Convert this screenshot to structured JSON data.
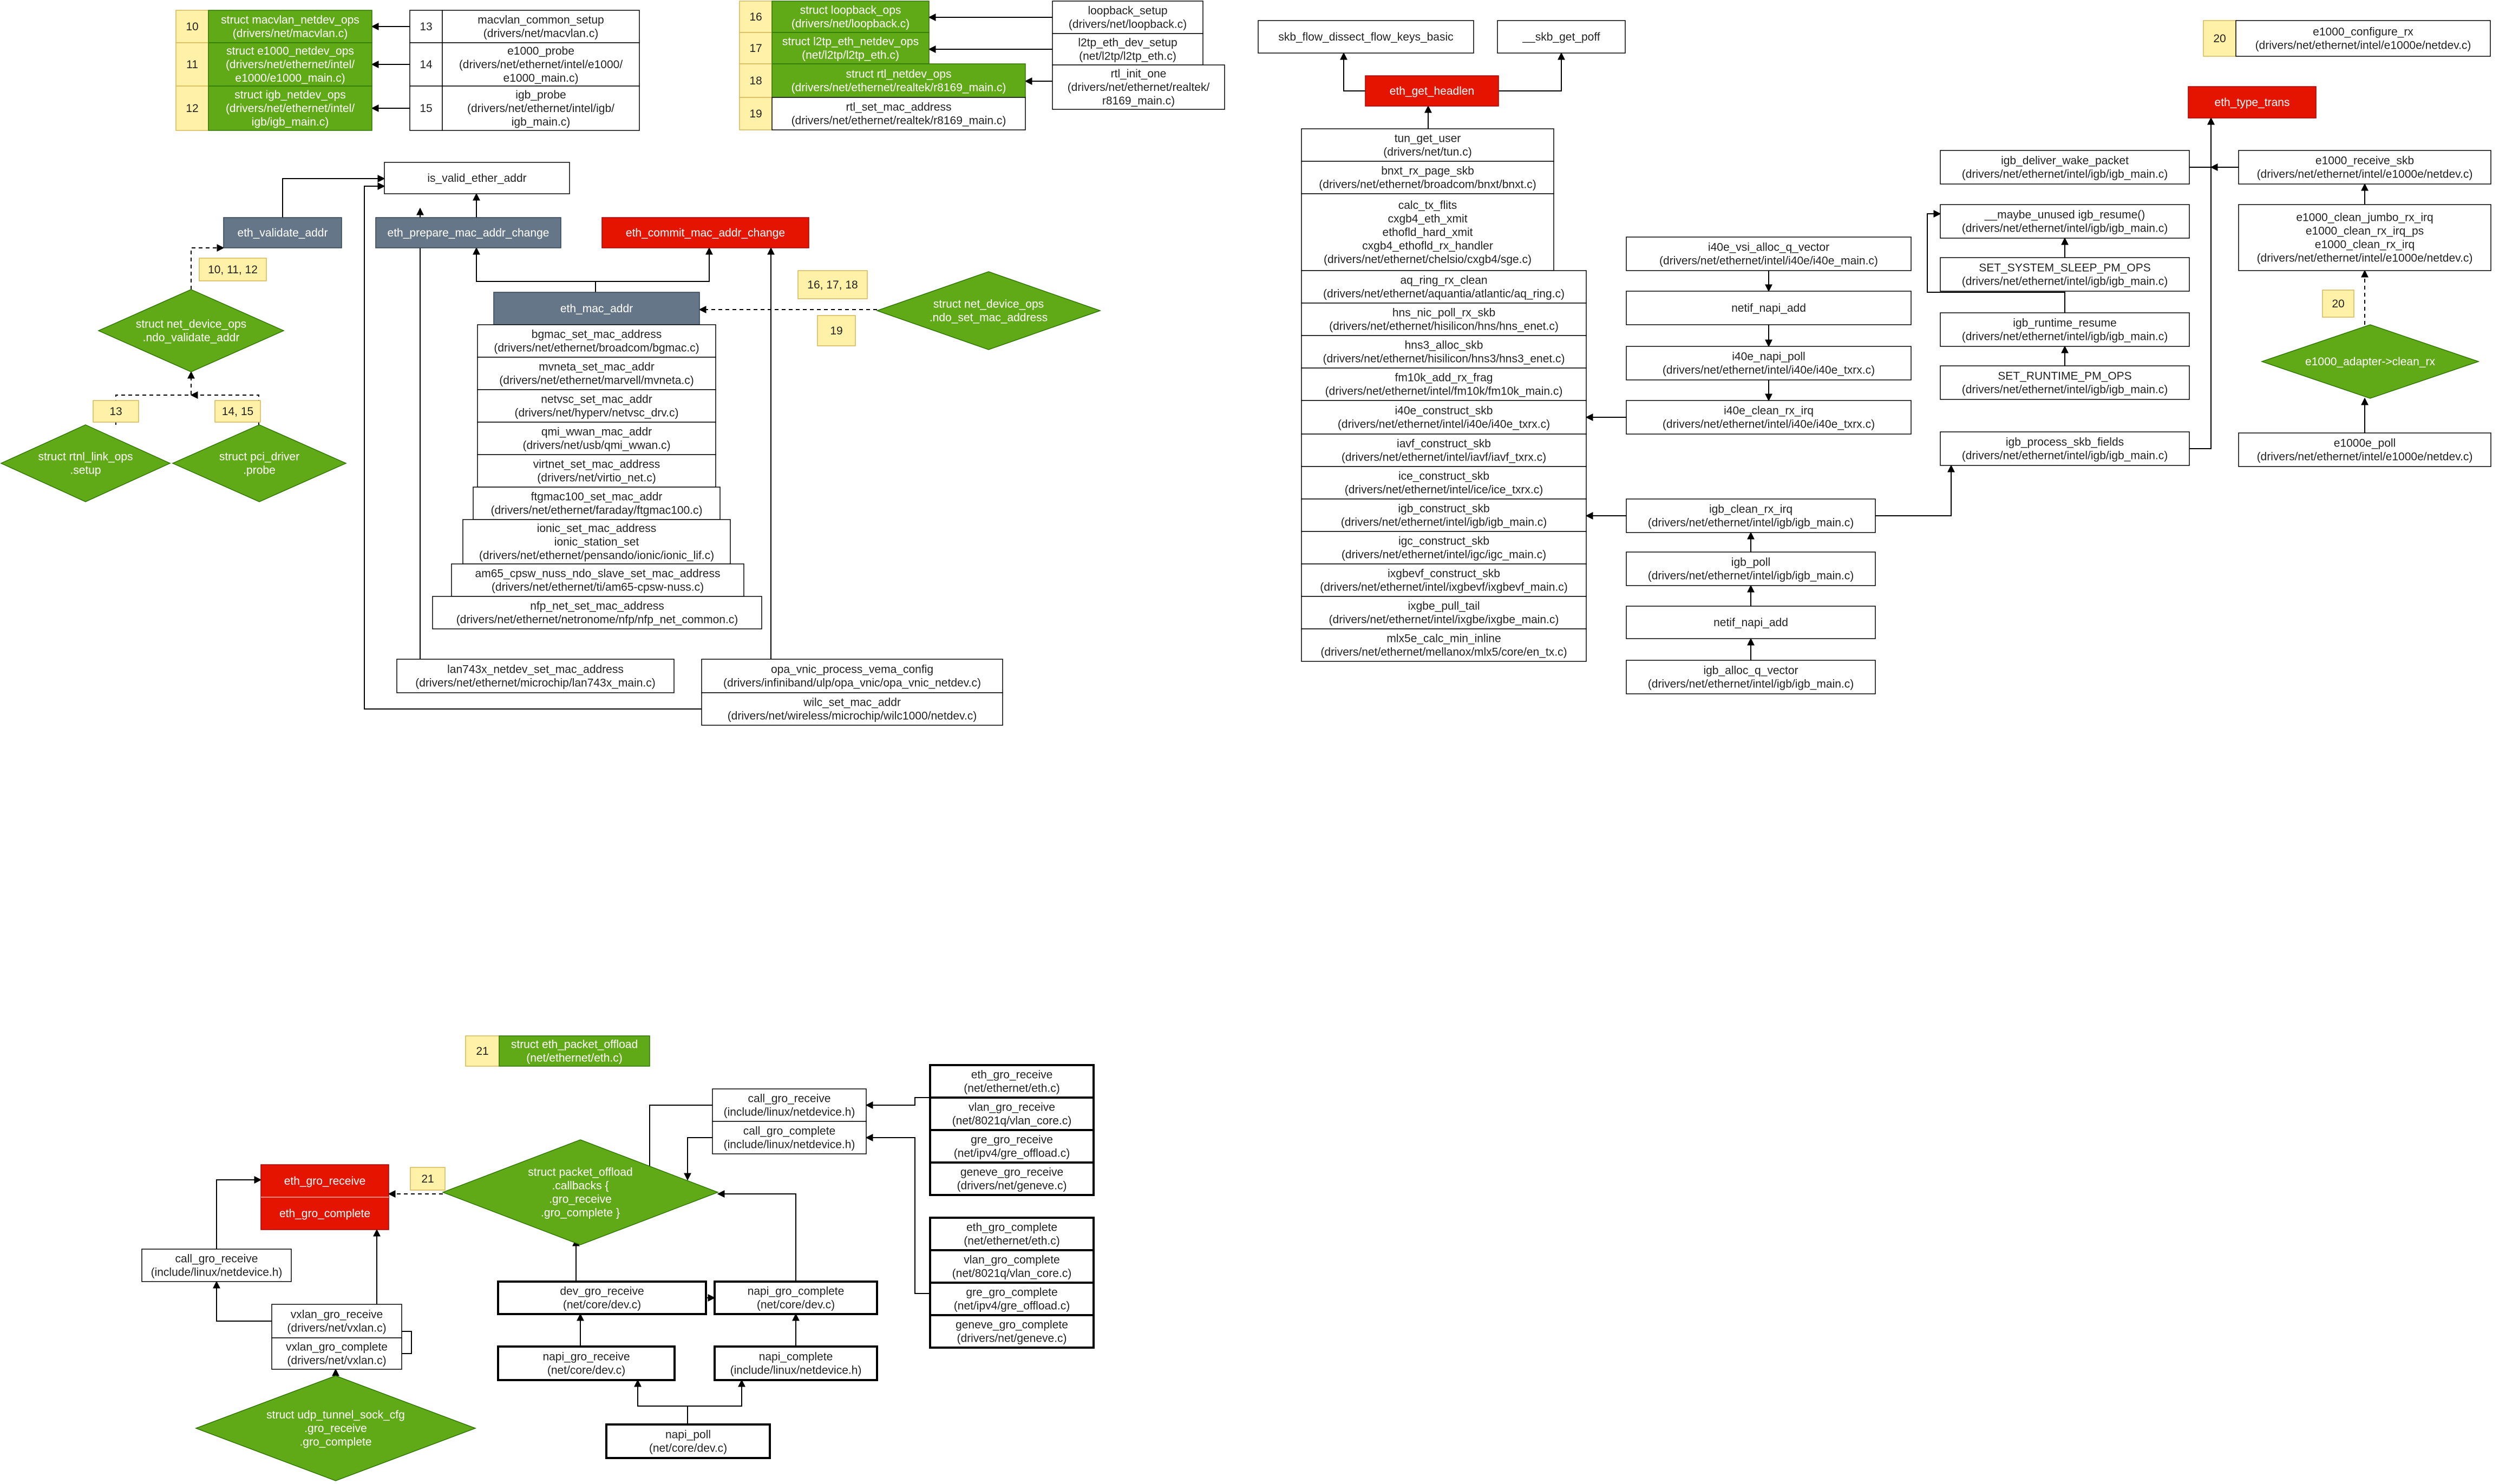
{
  "colors": {
    "green": "#60a917",
    "green_border": "#2d7600",
    "red": "#e51400",
    "red_border": "#b20000",
    "slate": "#647687",
    "slate_border": "#314354",
    "yellow": "#fff2a8",
    "yellow_border": "#d6b656",
    "line": "#000000"
  },
  "nodes": [
    {
      "id": "n10",
      "text": [
        "10"
      ],
      "style": "yellow"
    },
    {
      "id": "s_macvlan",
      "text": [
        "struct macvlan_netdev_ops",
        "(drivers/net/macvlan.c)"
      ],
      "style": "green"
    },
    {
      "id": "n11",
      "text": [
        "11"
      ],
      "style": "yellow"
    },
    {
      "id": "s_e1000",
      "text": [
        "struct e1000_netdev_ops",
        "(drivers/net/ethernet/intel/",
        "e1000/e1000_main.c)"
      ],
      "style": "green"
    },
    {
      "id": "n12",
      "text": [
        "12"
      ],
      "style": "yellow"
    },
    {
      "id": "s_igb",
      "text": [
        "struct igb_netdev_ops",
        "(drivers/net/ethernet/intel/",
        "igb/igb_main.c)"
      ],
      "style": "green"
    },
    {
      "id": "n13",
      "text": [
        "13"
      ],
      "style": "plain"
    },
    {
      "id": "macvlan_setup",
      "text": [
        "macvlan_common_setup",
        "(drivers/net/macvlan.c)"
      ],
      "style": "plain"
    },
    {
      "id": "n14",
      "text": [
        "14"
      ],
      "style": "plain"
    },
    {
      "id": "e1000_probe",
      "text": [
        "e1000_probe",
        "(drivers/net/ethernet/intel/e1000/",
        "e1000_main.c)"
      ],
      "style": "plain"
    },
    {
      "id": "n15",
      "text": [
        "15"
      ],
      "style": "plain"
    },
    {
      "id": "igb_probe",
      "text": [
        "igb_probe",
        "(drivers/net/ethernet/intel/igb/",
        "igb_main.c)"
      ],
      "style": "plain"
    },
    {
      "id": "n16",
      "text": [
        "16"
      ],
      "style": "yellow"
    },
    {
      "id": "s_loopback",
      "text": [
        "struct loopback_ops",
        "(drivers/net/loopback.c)"
      ],
      "style": "green"
    },
    {
      "id": "n17",
      "text": [
        "17"
      ],
      "style": "yellow"
    },
    {
      "id": "s_l2tp",
      "text": [
        "struct l2tp_eth_netdev_ops",
        "(net/l2tp/l2tp_eth.c)"
      ],
      "style": "green"
    },
    {
      "id": "n18",
      "text": [
        "18"
      ],
      "style": "yellow"
    },
    {
      "id": "s_rtl",
      "text": [
        "struct rtl_netdev_ops",
        "(drivers/net/ethernet/realtek/r8169_main.c)"
      ],
      "style": "green"
    },
    {
      "id": "n19a",
      "text": [
        "19"
      ],
      "style": "yellow"
    },
    {
      "id": "rtl_set_mac",
      "text": [
        "rtl_set_mac_address",
        "(drivers/net/ethernet/realtek/r8169_main.c)"
      ],
      "style": "plain"
    },
    {
      "id": "loopback_setup",
      "text": [
        "loopback_setup",
        "(drivers/net/loopback.c)"
      ],
      "style": "plain"
    },
    {
      "id": "l2tp_setup",
      "text": [
        "l2tp_eth_dev_setup",
        "(net/l2tp/l2tp_eth.c)"
      ],
      "style": "plain"
    },
    {
      "id": "rtl_init_one",
      "text": [
        "rtl_init_one",
        "(drivers/net/ethernet/realtek/",
        "r8169_main.c)"
      ],
      "style": "plain"
    },
    {
      "id": "is_valid",
      "text": [
        "is_valid_ether_addr"
      ],
      "style": "plain"
    },
    {
      "id": "eth_validate",
      "text": [
        "eth_validate_addr"
      ],
      "style": "slate"
    },
    {
      "id": "eth_prepare",
      "text": [
        "eth_prepare_mac_addr_change"
      ],
      "style": "slate"
    },
    {
      "id": "eth_commit",
      "text": [
        "eth_commit_mac_addr_change"
      ],
      "style": "red"
    },
    {
      "id": "eth_mac_addr",
      "text": [
        "eth_mac_addr"
      ],
      "style": "slate"
    },
    {
      "id": "lbl_10_11_12",
      "text": [
        "10, 11, 12"
      ],
      "style": "yellow"
    },
    {
      "id": "d_validate",
      "text": [
        "struct net_device_ops",
        ".ndo_validate_addr"
      ],
      "style": "diamond"
    },
    {
      "id": "lbl_13",
      "text": [
        "13"
      ],
      "style": "yellow"
    },
    {
      "id": "lbl_14_15",
      "text": [
        "14, 15"
      ],
      "style": "yellow"
    },
    {
      "id": "d_rtnl",
      "text": [
        "struct rtnl_link_ops",
        ".setup"
      ],
      "style": "diamond"
    },
    {
      "id": "d_pci",
      "text": [
        "struct pci_driver",
        ".probe"
      ],
      "style": "diamond"
    },
    {
      "id": "lbl_16_17_18",
      "text": [
        "16, 17, 18"
      ],
      "style": "yellow"
    },
    {
      "id": "lbl_19",
      "text": [
        "19"
      ],
      "style": "yellow"
    },
    {
      "id": "d_set_mac",
      "text": [
        "struct net_device_ops",
        ".ndo_set_mac_address"
      ],
      "style": "diamond"
    },
    {
      "id": "m1",
      "text": [
        "bgmac_set_mac_address",
        "(drivers/net/ethernet/broadcom/bgmac.c)"
      ],
      "style": "plain"
    },
    {
      "id": "m2",
      "text": [
        "mvneta_set_mac_addr",
        "(drivers/net/ethernet/marvell/mvneta.c)"
      ],
      "style": "plain"
    },
    {
      "id": "m3",
      "text": [
        "netvsc_set_mac_addr",
        "(drivers/net/hyperv/netvsc_drv.c)"
      ],
      "style": "plain"
    },
    {
      "id": "m4",
      "text": [
        "qmi_wwan_mac_addr",
        "(drivers/net/usb/qmi_wwan.c)"
      ],
      "style": "plain"
    },
    {
      "id": "m5",
      "text": [
        "virtnet_set_mac_address",
        "(drivers/net/virtio_net.c)"
      ],
      "style": "plain"
    },
    {
      "id": "m6",
      "text": [
        "ftgmac100_set_mac_addr",
        "(drivers/net/ethernet/faraday/ftgmac100.c)"
      ],
      "style": "plain"
    },
    {
      "id": "m7",
      "text": [
        "ionic_set_mac_address",
        "ionic_station_set",
        "(drivers/net/ethernet/pensando/ionic/ionic_lif.c)"
      ],
      "style": "plain"
    },
    {
      "id": "m8",
      "text": [
        "am65_cpsw_nuss_ndo_slave_set_mac_address",
        "(drivers/net/ethernet/ti/am65-cpsw-nuss.c)"
      ],
      "style": "plain"
    },
    {
      "id": "m9",
      "text": [
        "nfp_net_set_mac_address",
        "(drivers/net/ethernet/netronome/nfp/nfp_net_common.c)"
      ],
      "style": "plain"
    },
    {
      "id": "lan743x",
      "text": [
        "lan743x_netdev_set_mac_address",
        "(drivers/net/ethernet/microchip/lan743x_main.c)"
      ],
      "style": "plain"
    },
    {
      "id": "opa_vnic",
      "text": [
        "opa_vnic_process_vema_config",
        "(drivers/infiniband/ulp/opa_vnic/opa_vnic_netdev.c)"
      ],
      "style": "plain"
    },
    {
      "id": "wilc",
      "text": [
        "wilc_set_mac_addr",
        "(drivers/net/wireless/microchip/wilc1000/netdev.c)"
      ],
      "style": "plain"
    },
    {
      "id": "skb_flow",
      "text": [
        "skb_flow_dissect_flow_keys_basic"
      ],
      "style": "plain"
    },
    {
      "id": "skb_get_poff",
      "text": [
        "__skb_get_poff"
      ],
      "style": "plain"
    },
    {
      "id": "eth_get_headlen",
      "text": [
        "eth_get_headlen"
      ],
      "style": "red"
    },
    {
      "id": "h1",
      "text": [
        "tun_get_user",
        "(drivers/net/tun.c)"
      ],
      "style": "plain"
    },
    {
      "id": "h2",
      "text": [
        "bnxt_rx_page_skb",
        "(drivers/net/ethernet/broadcom/bnxt/bnxt.c)"
      ],
      "style": "plain"
    },
    {
      "id": "h3",
      "text": [
        "calc_tx_flits",
        "cxgb4_eth_xmit",
        "ethofld_hard_xmit",
        "cxgb4_ethofld_rx_handler",
        "(drivers/net/ethernet/chelsio/cxgb4/sge.c)"
      ],
      "style": "plain"
    },
    {
      "id": "h4",
      "text": [
        "aq_ring_rx_clean",
        "(drivers/net/ethernet/aquantia/atlantic/aq_ring.c)"
      ],
      "style": "plain"
    },
    {
      "id": "h5",
      "text": [
        "hns_nic_poll_rx_skb",
        "(drivers/net/ethernet/hisilicon/hns/hns_enet.c)"
      ],
      "style": "plain"
    },
    {
      "id": "h6",
      "text": [
        "hns3_alloc_skb",
        "(drivers/net/ethernet/hisilicon/hns3/hns3_enet.c)"
      ],
      "style": "plain"
    },
    {
      "id": "h7",
      "text": [
        "fm10k_add_rx_frag",
        "(drivers/net/ethernet/intel/fm10k/fm10k_main.c)"
      ],
      "style": "plain"
    },
    {
      "id": "h8",
      "text": [
        "i40e_construct_skb",
        "(drivers/net/ethernet/intel/i40e/i40e_txrx.c)"
      ],
      "style": "plain"
    },
    {
      "id": "h9",
      "text": [
        "iavf_construct_skb",
        "(drivers/net/ethernet/intel/iavf/iavf_txrx.c)"
      ],
      "style": "plain"
    },
    {
      "id": "h10",
      "text": [
        "ice_construct_skb",
        "(drivers/net/ethernet/intel/ice/ice_txrx.c)"
      ],
      "style": "plain"
    },
    {
      "id": "h11",
      "text": [
        "igb_construct_skb",
        "(drivers/net/ethernet/intel/igb/igb_main.c)"
      ],
      "style": "plain"
    },
    {
      "id": "h12",
      "text": [
        "igc_construct_skb",
        "(drivers/net/ethernet/intel/igc/igc_main.c)"
      ],
      "style": "plain"
    },
    {
      "id": "h13",
      "text": [
        "ixgbevf_construct_skb",
        "(drivers/net/ethernet/intel/ixgbevf/ixgbevf_main.c)"
      ],
      "style": "plain"
    },
    {
      "id": "h14",
      "text": [
        "ixgbe_pull_tail",
        "(drivers/net/ethernet/intel/ixgbe/ixgbe_main.c)"
      ],
      "style": "plain"
    },
    {
      "id": "h15",
      "text": [
        "mlx5e_calc_min_inline",
        "(drivers/net/ethernet/mellanox/mlx5/core/en_tx.c)"
      ],
      "style": "plain"
    },
    {
      "id": "i40e_vsi",
      "text": [
        "i40e_vsi_alloc_q_vector",
        "(drivers/net/ethernet/intel/i40e/i40e_main.c)"
      ],
      "style": "plain"
    },
    {
      "id": "netif_napi_add1",
      "text": [
        "netif_napi_add"
      ],
      "style": "plain"
    },
    {
      "id": "i40e_napi_poll",
      "text": [
        "i40e_napi_poll",
        "(drivers/net/ethernet/intel/i40e/i40e_txrx.c)"
      ],
      "style": "plain"
    },
    {
      "id": "i40e_clean",
      "text": [
        "i40e_clean_rx_irq",
        "(drivers/net/ethernet/intel/i40e/i40e_txrx.c)"
      ],
      "style": "plain"
    },
    {
      "id": "igb_clean",
      "text": [
        "igb_clean_rx_irq",
        "(drivers/net/ethernet/intel/igb/igb_main.c)"
      ],
      "style": "plain"
    },
    {
      "id": "igb_poll",
      "text": [
        "igb_poll",
        "(drivers/net/ethernet/intel/igb/igb_main.c)"
      ],
      "style": "plain"
    },
    {
      "id": "netif_napi_add2",
      "text": [
        "netif_napi_add"
      ],
      "style": "plain"
    },
    {
      "id": "igb_alloc_q",
      "text": [
        "igb_alloc_q_vector",
        "(drivers/net/ethernet/intel/igb/igb_main.c)"
      ],
      "style": "plain"
    },
    {
      "id": "igb_wake",
      "text": [
        "igb_deliver_wake_packet",
        "(drivers/net/ethernet/intel/igb/igb_main.c)"
      ],
      "style": "plain"
    },
    {
      "id": "igb_resume",
      "text": [
        "__maybe_unused igb_resume()",
        "(drivers/net/ethernet/intel/igb/igb_main.c)"
      ],
      "style": "plain"
    },
    {
      "id": "set_sleep",
      "text": [
        "SET_SYSTEM_SLEEP_PM_OPS",
        "(drivers/net/ethernet/intel/igb/igb_main.c)"
      ],
      "style": "plain"
    },
    {
      "id": "igb_rt_resume",
      "text": [
        "igb_runtime_resume",
        "(drivers/net/ethernet/intel/igb/igb_main.c)"
      ],
      "style": "plain"
    },
    {
      "id": "set_rt",
      "text": [
        "SET_RUNTIME_PM_OPS",
        "(drivers/net/ethernet/intel/igb/igb_main.c)"
      ],
      "style": "plain"
    },
    {
      "id": "igb_process",
      "text": [
        "igb_process_skb_fields",
        "(drivers/net/ethernet/intel/igb/igb_main.c)"
      ],
      "style": "plain"
    },
    {
      "id": "eth_type_trans",
      "text": [
        "eth_type_trans"
      ],
      "style": "red"
    },
    {
      "id": "n20",
      "text": [
        "20"
      ],
      "style": "yellow"
    },
    {
      "id": "e1000_conf",
      "text": [
        "e1000_configure_rx",
        "(drivers/net/ethernet/intel/e1000e/netdev.c)"
      ],
      "style": "plain"
    },
    {
      "id": "e1000_recv",
      "text": [
        "e1000_receive_skb",
        "(drivers/net/ethernet/intel/e1000e/netdev.c)"
      ],
      "style": "plain"
    },
    {
      "id": "e1000_clean",
      "text": [
        "e1000_clean_jumbo_rx_irq",
        "e1000_clean_rx_irq_ps",
        "e1000_clean_rx_irq",
        "(drivers/net/ethernet/intel/e1000e/netdev.c)"
      ],
      "style": "plain"
    },
    {
      "id": "lbl_20",
      "text": [
        "20"
      ],
      "style": "yellow"
    },
    {
      "id": "d_e1000",
      "text": [
        "e1000_adapter->clean_rx"
      ],
      "style": "diamond"
    },
    {
      "id": "e1000e_poll",
      "text": [
        "e1000e_poll",
        "(drivers/net/ethernet/intel/e1000e/netdev.c)"
      ],
      "style": "plain"
    },
    {
      "id": "n21",
      "text": [
        "21"
      ],
      "style": "yellow"
    },
    {
      "id": "s_pkt_offload",
      "text": [
        "struct eth_packet_offload",
        "(net/ethernet/eth.c)"
      ],
      "style": "green"
    },
    {
      "id": "eth_gro_group",
      "text": [
        "eth_gro_receive",
        "eth_gro_complete"
      ],
      "style": "red"
    },
    {
      "id": "lbl_21",
      "text": [
        "21"
      ],
      "style": "yellow"
    },
    {
      "id": "d_pkt",
      "text": [
        "struct packet_offload",
        ".callbacks {",
        ".gro_receive",
        ".gro_complete }"
      ],
      "style": "diamond"
    },
    {
      "id": "call_gro_r1",
      "text": [
        "call_gro_receive",
        "(include/linux/netdevice.h)"
      ],
      "style": "plain"
    },
    {
      "id": "call_gro_r2",
      "text": [
        "call_gro_receive",
        "(include/linux/netdevice.h)"
      ],
      "style": "plain"
    },
    {
      "id": "call_gro_c",
      "text": [
        "call_gro_complete",
        "(include/linux/netdevice.h)"
      ],
      "style": "plain"
    },
    {
      "id": "vxlan_r",
      "text": [
        "vxlan_gro_receive",
        "(drivers/net/vxlan.c)"
      ],
      "style": "plain"
    },
    {
      "id": "vxlan_c",
      "text": [
        "vxlan_gro_complete",
        "(drivers/net/vxlan.c)"
      ],
      "style": "plain"
    },
    {
      "id": "d_udp",
      "text": [
        "struct udp_tunnel_sock_cfg",
        ".gro_receive",
        ".gro_complete"
      ],
      "style": "diamond"
    },
    {
      "id": "dev_gro_recv",
      "text": [
        "dev_gro_receive",
        "(net/core/dev.c)"
      ],
      "style": "bold"
    },
    {
      "id": "napi_gro_compl",
      "text": [
        "napi_gro_complete",
        "(net/core/dev.c)"
      ],
      "style": "bold"
    },
    {
      "id": "napi_gro_recv",
      "text": [
        "napi_gro_receive",
        "(net/core/dev.c)"
      ],
      "style": "bold"
    },
    {
      "id": "napi_compl",
      "text": [
        "napi_complete",
        "(include/linux/netdevice.h)"
      ],
      "style": "bold"
    },
    {
      "id": "napi_poll",
      "text": [
        "napi_poll",
        "(net/core/dev.c)"
      ],
      "style": "bold"
    },
    {
      "id": "g1",
      "text": [
        "eth_gro_receive",
        "(net/ethernet/eth.c)"
      ],
      "style": "bold"
    },
    {
      "id": "g2",
      "text": [
        "vlan_gro_receive",
        "(net/8021q/vlan_core.c)"
      ],
      "style": "bold"
    },
    {
      "id": "g3",
      "text": [
        "gre_gro_receive",
        "(net/ipv4/gre_offload.c)"
      ],
      "style": "bold"
    },
    {
      "id": "g4",
      "text": [
        "geneve_gro_receive",
        "(drivers/net/geneve.c)"
      ],
      "style": "bold"
    },
    {
      "id": "c1",
      "text": [
        "eth_gro_complete",
        "(net/ethernet/eth.c)"
      ],
      "style": "bold"
    },
    {
      "id": "c2",
      "text": [
        "vlan_gro_complete",
        "(net/8021q/vlan_core.c)"
      ],
      "style": "bold"
    },
    {
      "id": "c3",
      "text": [
        "gre_gro_complete",
        "(net/ipv4/gre_offload.c)"
      ],
      "style": "bold"
    },
    {
      "id": "c4",
      "text": [
        "geneve_gro_complete",
        "(drivers/net/geneve.c)"
      ],
      "style": "bold"
    }
  ]
}
